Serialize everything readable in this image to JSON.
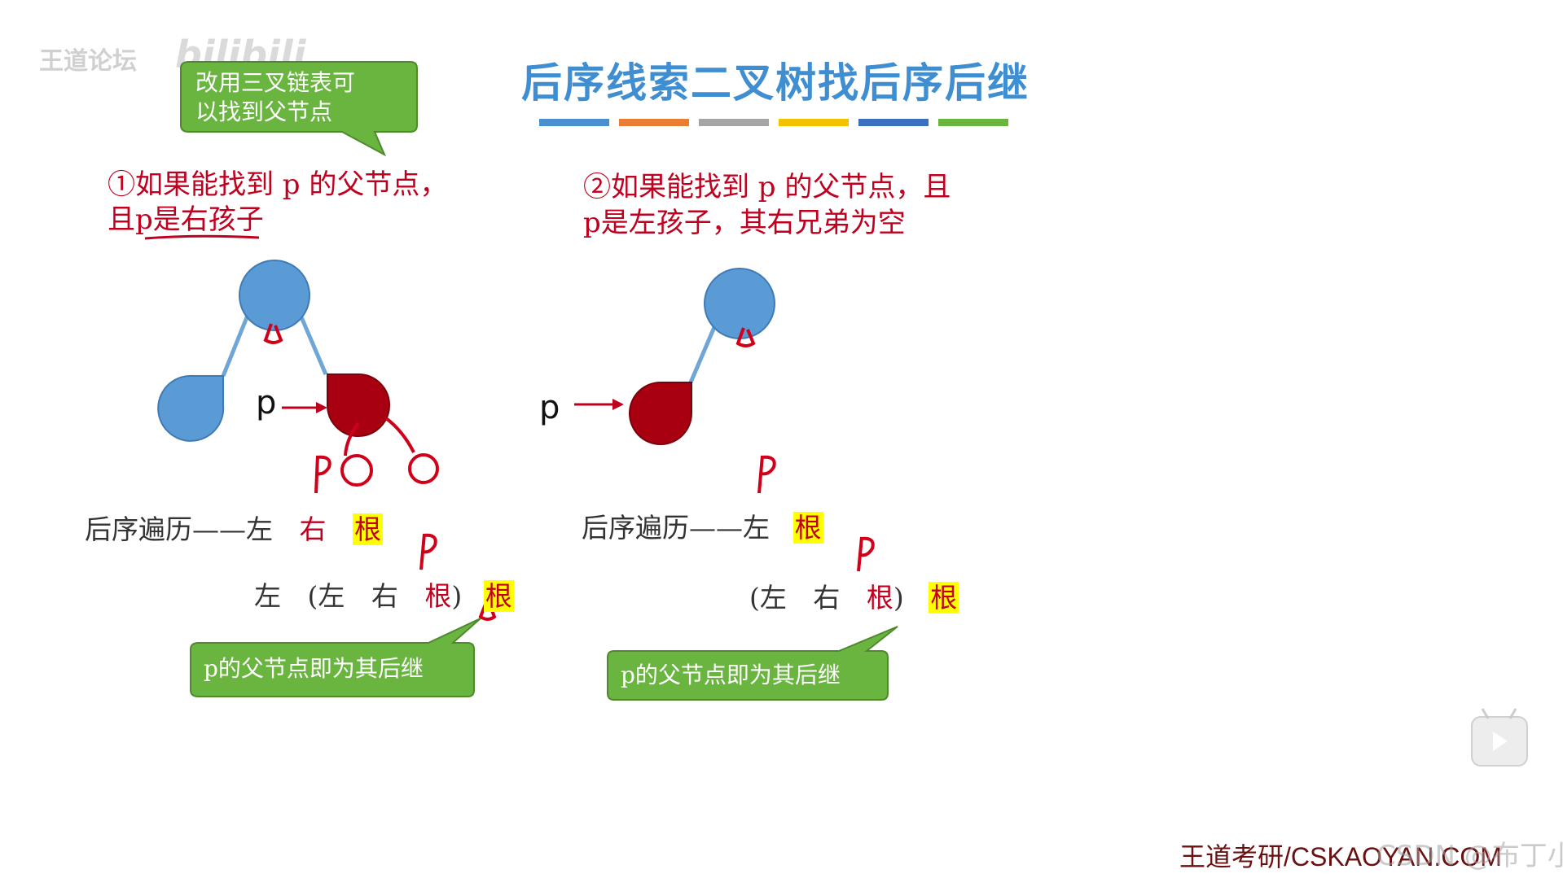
{
  "title": "后序线索二叉树找后序后继",
  "watermark": {
    "logo_text": "王道论坛",
    "bili_text": "bilibili"
  },
  "color_bars": [
    "#4a90d0",
    "#e87d33",
    "#a5a5a5",
    "#f5c000",
    "#3a70c0",
    "#6ab540"
  ],
  "top_callout": {
    "line1": "改用三叉链表可",
    "line2": "以找到父节点"
  },
  "case1": {
    "condition_line1": "①如果能找到 p 的父节点，",
    "condition_line2_prefix": "且",
    "condition_line2_underlined": "p是右孩子",
    "pointer_label": "p",
    "traversal_label": "后序遍历——左",
    "trav_right": "右",
    "trav_root": "根",
    "expansion": {
      "left": "左",
      "open_paren": "(左",
      "right": "右",
      "inner_root": "根",
      "close_paren": ")",
      "outer_root": "根"
    },
    "callout": "p的父节点即为其后继"
  },
  "case2": {
    "condition_line1": "②如果能找到 p 的父节点，且",
    "condition_line2": "p是左孩子，其右兄弟为空",
    "pointer_label": "p",
    "traversal_label": "后序遍历——左",
    "trav_root": "根",
    "expansion": {
      "open_paren": "(左",
      "right": "右",
      "inner_root": "根",
      "close_paren": ")",
      "outer_root": "根"
    },
    "callout": "p的父节点即为其后继"
  },
  "footer": {
    "site": "王道考研/CSKAOYAN.COM",
    "watermark": "CSDN @布丁小拌面"
  },
  "colors": {
    "title": "#3e8ed1",
    "node_blue": "#5b9bd5",
    "node_red": "#a80010",
    "annotation_red": "#d0001a",
    "callout_green": "#6ab540",
    "highlight": "#ffff00"
  }
}
